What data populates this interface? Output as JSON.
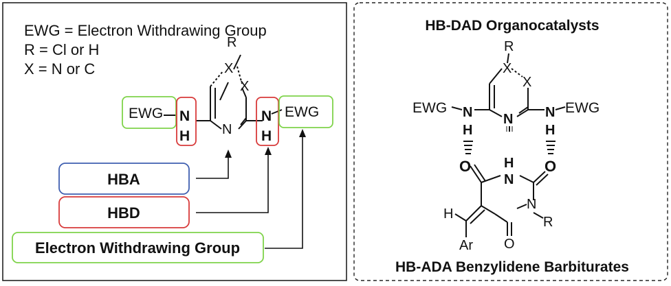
{
  "left_panel": {
    "legend": {
      "ewg_def": "EWG = Electron Withdrawing Group",
      "r_def": "R = Cl or H",
      "x_def": "X = N or C"
    },
    "molecule": {
      "r": "R",
      "x_top": "X",
      "x_right": "X",
      "n_ring": "N",
      "ewg_left": "EWG",
      "ewg_right": "EWG",
      "nh_left_n": "N",
      "nh_left_h": "H",
      "nh_right_n": "N",
      "nh_right_h": "H"
    },
    "boxes": {
      "hba": "HBA",
      "hbd": "HBD",
      "ewg_full": "Electron Withdrawing Group"
    },
    "colors": {
      "hba_border": "#3f5fb0",
      "hbd_border": "#d83a3a",
      "ewg_border": "#7fd34a"
    }
  },
  "right_panel": {
    "title": "HB-DAD Organocatalysts",
    "subtitle": "HB-ADA Benzylidene Barbiturates",
    "catalyst": {
      "r": "R",
      "x_top": "X",
      "x_right": "X",
      "n_ring": "N",
      "ewg_left": "EWG",
      "ewg_right": "EWG",
      "nh_left_n": "N",
      "nh_left_h": "H",
      "nh_right_n": "N",
      "nh_right_h": "H"
    },
    "barbiturate": {
      "o_left": "O",
      "o_right": "O",
      "o_bottom": "O",
      "nh_h": "H",
      "nh_n": "N",
      "n_r": "N",
      "r": "R",
      "h": "H",
      "ar": "Ar"
    }
  }
}
